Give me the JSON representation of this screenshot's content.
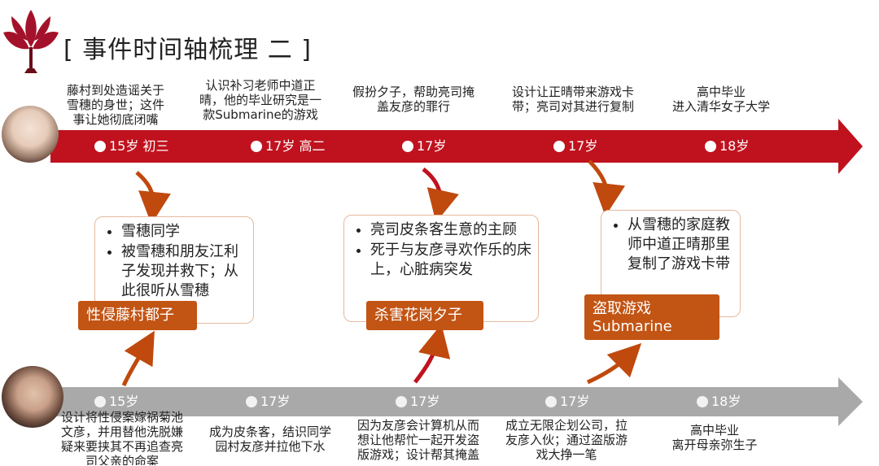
{
  "title": "[ 事件时间轴梳理 二 ]",
  "icons": {
    "logo": "red-leaf-tree-logo",
    "top_avatar": "girl-portrait",
    "bottom_avatar": "man-portrait"
  },
  "colors": {
    "red_arrow": "#c0121e",
    "gray_arrow": "#a9a9a9",
    "tag": "#c25414",
    "connector": "#c0490e"
  },
  "top_timeline": {
    "events": [
      "藤村到处造谣关于\n雪穗的身世；这件\n事让她彻底闭嘴",
      "认识补习老师中道正\n晴，他的毕业研究是一\n款Submarine的游戏",
      "假扮夕子，帮助亮司掩\n盖友彦的罪行",
      "设计让正晴带来游戏卡\n带；亮司对其进行复制",
      "高中毕业\n进入清华女子大学"
    ],
    "ticks": [
      "15岁  初三",
      "17岁  高二",
      "17岁",
      "17岁",
      "18岁"
    ]
  },
  "bottom_timeline": {
    "ticks": [
      "15岁",
      "17岁",
      "17岁",
      "17岁",
      "18岁"
    ],
    "events": [
      "设计将性侵案嫁祸菊池\n文彦，并用替他洗脱嫌\n疑来要挟其不再追查亮\n司父亲的命案",
      "成为皮条客，结识同学\n园村友彦并拉他下水",
      "因为友彦会计算机从而\n想让他帮忙一起开发盗\n版游戏；设计帮其掩盖",
      "成立无限企划公司，拉\n友彦入伙；通过盗版游\n戏大挣一笔",
      "高中毕业\n离开母亲弥生子"
    ]
  },
  "boxes": [
    {
      "items": [
        "雪穗同学",
        "被雪穗和朋友江利子发现并救下；从此很听从雪穗"
      ],
      "tag": "性侵藤村都子"
    },
    {
      "items": [
        "亮司皮条客生意的主顾",
        "死于与友彦寻欢作乐的床上，心脏病突发"
      ],
      "tag": "杀害花岗夕子"
    },
    {
      "items": [
        "从雪穗的家庭教师中道正晴那里复制了游戏卡带"
      ],
      "tag": "盗取游戏\nSubmarine"
    }
  ]
}
